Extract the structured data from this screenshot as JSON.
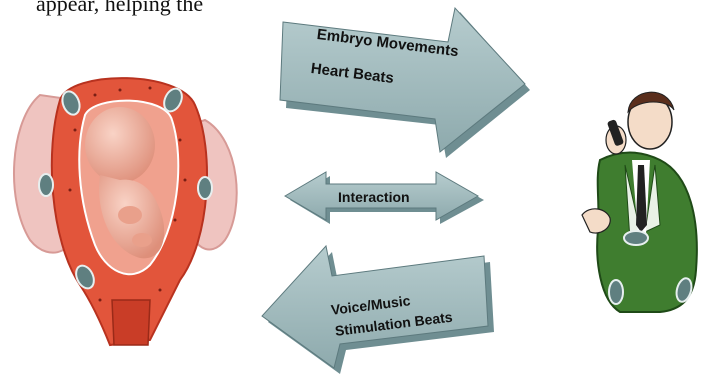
{
  "caption": "appear, helping the",
  "arrows": {
    "to_phone": {
      "line1": "Embryo Movements",
      "line2": "Heart Beats"
    },
    "both_ways": {
      "label": "Interaction"
    },
    "to_womb": {
      "line1": "Voice/Music",
      "line2": "Stimulation Beats"
    }
  },
  "colors": {
    "arrow_face": "#9fb9bc",
    "arrow_side": "#6f8e92",
    "womb": "#e2553b",
    "embryo": "#f3b7a6",
    "jacket": "#3f7d2f",
    "sensor": "#5f7f80"
  },
  "icons": [
    "womb-with-embryo-illustration",
    "man-on-phone-illustration",
    "sensor-icon"
  ]
}
